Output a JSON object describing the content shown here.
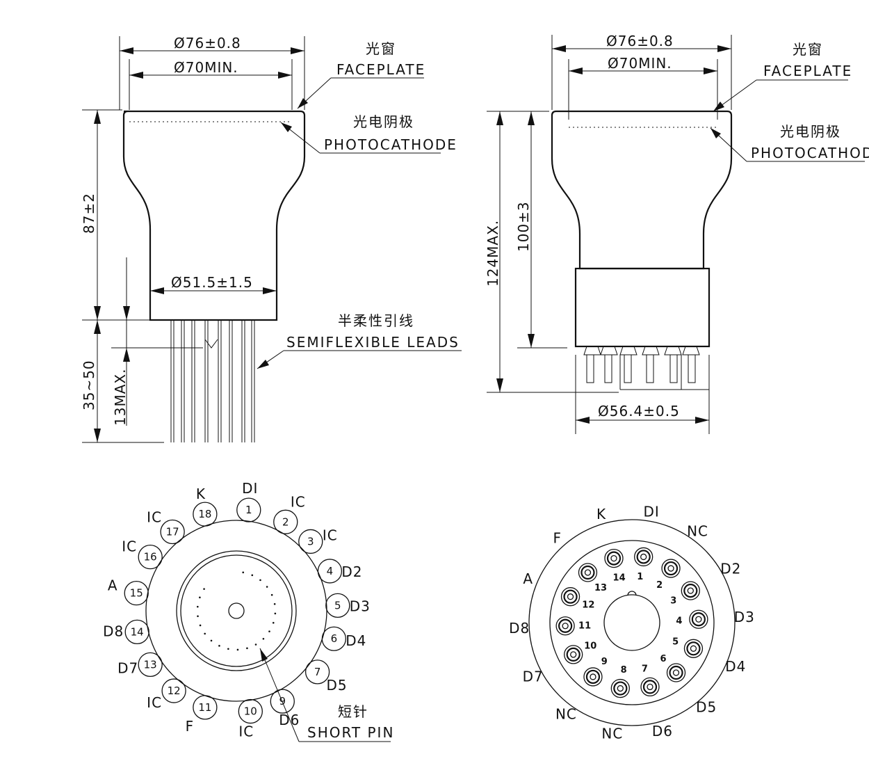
{
  "dims": {
    "faceplate_diameter": "Ø76±0.8",
    "window_diameter": "Ø70MIN.",
    "neck_diameter": "Ø51.5±1.5",
    "body_height_left": "87±2",
    "leads_length": "35~50",
    "leads_max": "13MAX.",
    "overall_max": "124MAX.",
    "body_height_right": "100±3",
    "base_diameter": "Ø56.4±0.5"
  },
  "labels": {
    "faceplate_cn": "光窗",
    "faceplate_en": "FACEPLATE",
    "photocathode_cn": "光电阴极",
    "photocathode_en": "PHOTOCATHODE",
    "leads_cn": "半柔性引线",
    "leads_en": "SEMIFLEXIBLE LEADS",
    "shortpin_cn": "短针",
    "shortpin_en": "SHORT PIN"
  },
  "left_pins": [
    {
      "num": "1",
      "name": "DI"
    },
    {
      "num": "2",
      "name": "IC"
    },
    {
      "num": "3",
      "name": "IC"
    },
    {
      "num": "4",
      "name": "D2"
    },
    {
      "num": "5",
      "name": "D3"
    },
    {
      "num": "6",
      "name": "D4"
    },
    {
      "num": "7",
      "name": "D5"
    },
    {
      "num": "9",
      "name": "D6"
    },
    {
      "num": "10",
      "name": "IC"
    },
    {
      "num": "11",
      "name": "F"
    },
    {
      "num": "12",
      "name": "IC"
    },
    {
      "num": "13",
      "name": "D7"
    },
    {
      "num": "14",
      "name": "D8"
    },
    {
      "num": "15",
      "name": "A"
    },
    {
      "num": "16",
      "name": "IC"
    },
    {
      "num": "17",
      "name": "IC"
    },
    {
      "num": "18",
      "name": "K"
    }
  ],
  "right_pins": [
    {
      "num": "1",
      "name": "DI"
    },
    {
      "num": "2",
      "name": "NC"
    },
    {
      "num": "3",
      "name": "D2"
    },
    {
      "num": "4",
      "name": "D3"
    },
    {
      "num": "5",
      "name": "D4"
    },
    {
      "num": "6",
      "name": "D5"
    },
    {
      "num": "7",
      "name": "D6"
    },
    {
      "num": "8",
      "name": "NC"
    },
    {
      "num": "9",
      "name": "NC"
    },
    {
      "num": "10",
      "name": "D7"
    },
    {
      "num": "11",
      "name": "D8"
    },
    {
      "num": "12",
      "name": "A"
    },
    {
      "num": "13",
      "name": "F"
    },
    {
      "num": "14",
      "name": "K"
    }
  ]
}
